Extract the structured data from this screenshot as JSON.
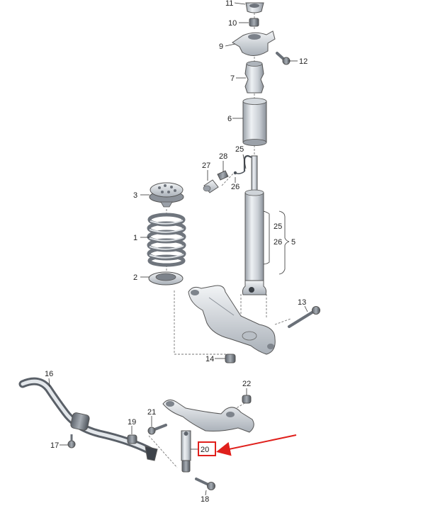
{
  "labels": {
    "p1": "1",
    "p2": "2",
    "p3": "3",
    "p5": "5",
    "p6": "6",
    "p7": "7",
    "p9": "9",
    "p10": "10",
    "p11": "11",
    "p12": "12",
    "p13": "13",
    "p14": "14",
    "p16": "16",
    "p17": "17",
    "p18": "18",
    "p19": "19",
    "p20": "20",
    "p21": "21",
    "p22": "22",
    "p25a": "25",
    "p25b": "25",
    "p26a": "26",
    "p26b": "26",
    "p27": "27",
    "p28": "28"
  },
  "colors": {
    "highlight": "#e0201c",
    "metal_light": "#e8ecf0",
    "metal_mid": "#c4cad1",
    "metal_dark": "#8a9099"
  }
}
